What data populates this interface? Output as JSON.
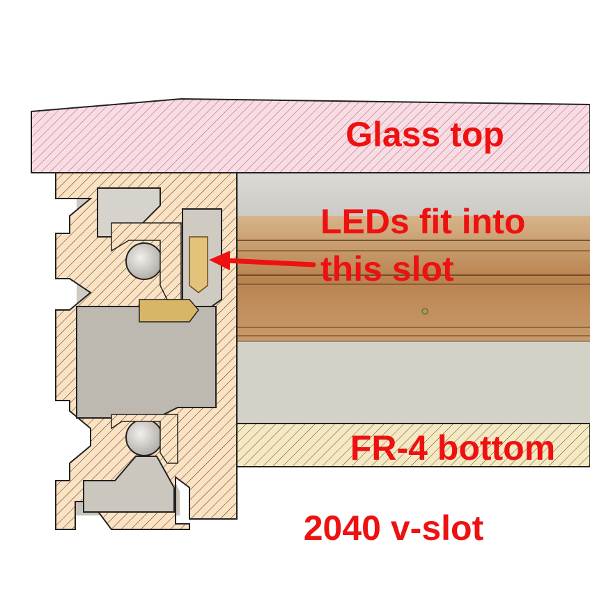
{
  "labels": {
    "glass": "Glass top",
    "leds_line1": "LEDs fit into",
    "leds_line2": "this slot",
    "fr4": "FR-4 bottom",
    "profile": "2040 v-slot"
  },
  "colors": {
    "label": "#ee1111",
    "glass_fill": "#f6dde4",
    "glass_hatch": "#c94a6a",
    "extrusion_fill": "#fbe2c2",
    "extrusion_hatch": "#3a2a1a",
    "fr4_fill": "#f5e9c4",
    "led_strip": "#c08f5c",
    "brass": "#d9b566"
  }
}
